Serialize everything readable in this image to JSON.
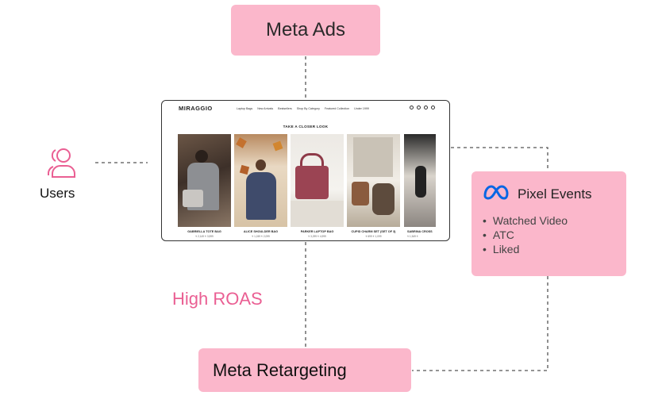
{
  "boxes": {
    "meta_ads": "Meta Ads",
    "meta_retargeting": "Meta Retargeting",
    "pixel_events": {
      "title": "Pixel Events",
      "items": [
        "Watched Video",
        "ATC",
        "Liked"
      ]
    }
  },
  "users": {
    "label": "Users"
  },
  "roas": {
    "label": "High ROAS"
  },
  "website": {
    "logo": "MIRAGGIO",
    "menu": [
      "Laptop Bags",
      "New Arrivals",
      "Bestsellers",
      "Shop By Category",
      "Featured Collection",
      "Under 1999"
    ],
    "heading": "TAKE A CLOSER LOOK",
    "products": [
      {
        "name": "GABRIELLA TOTE BAG",
        "price": "₹ 2,149  ₹ 3,599"
      },
      {
        "name": "ALICE SHOULDER BAG",
        "price": "₹ 1,249  ₹ 2,099"
      },
      {
        "name": "PARKER LAPTOP BAG",
        "price": "₹ 3,299  ₹ 4,999"
      },
      {
        "name": "CUPID CHARM SET (SET OF 3)",
        "price": "₹ 699  ₹ 1,099"
      },
      {
        "name": "SABRINA CROSS",
        "price": "₹ 1,549  ₹"
      }
    ]
  },
  "colors": {
    "box_pink": "#fbb7cb",
    "roas_pink": "#ea5f93",
    "meta_blue": "#0a66e4"
  },
  "icons": [
    "meta-logo-icon",
    "users-icon",
    "search-icon",
    "user-icon",
    "heart-icon",
    "bag-icon"
  ]
}
